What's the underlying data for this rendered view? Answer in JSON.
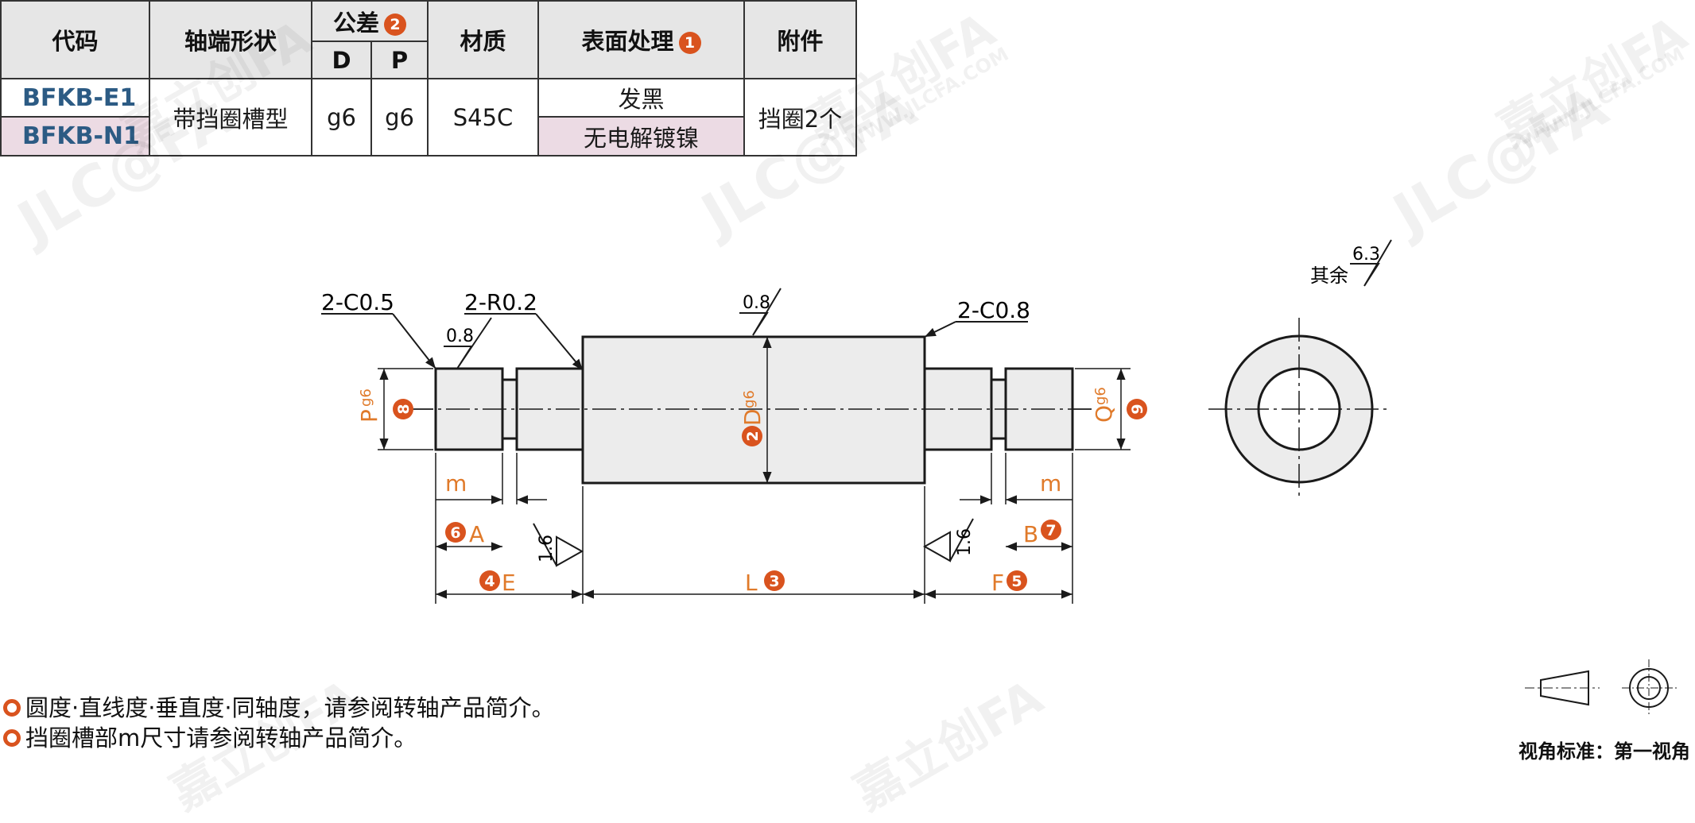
{
  "table": {
    "headers": {
      "code": "代码",
      "shaft_end": "轴端形状",
      "tolerance": "公差",
      "tolerance_badge": "2",
      "tol_d": "D",
      "tol_p": "P",
      "material": "材质",
      "surface": "表面处理",
      "surface_badge": "1",
      "accessory": "附件"
    },
    "rows": [
      {
        "code": "BFKB-E1",
        "surface": "发黑"
      },
      {
        "code": "BFKB-N1",
        "surface": "无电解镀镍"
      }
    ],
    "shared": {
      "shaft_end": "带挡圈槽型",
      "tol_d": "g6",
      "tol_p": "g6",
      "material": "S45C",
      "accessory": "挡圈2个"
    }
  },
  "drawing": {
    "callouts": {
      "chamfer_left": "2-C0.5",
      "radius": "2-R0.2",
      "chamfer_right": "2-C0.8",
      "rough_left": "0.8",
      "rough_center": "0.8",
      "rough_low_left": "1.6",
      "rough_low_right": "1.6",
      "rough_general": "6.3",
      "general_label": "其余"
    },
    "dims": {
      "m_left": "m",
      "m_right": "m",
      "a_label": "A",
      "a_badge": "6",
      "b_label": "B",
      "b_badge": "7",
      "e_label": "E",
      "e_badge": "4",
      "l_label": "L",
      "l_badge": "3",
      "f_label": "F",
      "f_badge": "5",
      "p_label": "P",
      "p_sub": "g6",
      "p_badge": "8",
      "d_label": "D",
      "d_sub": "g6",
      "d_badge": "2",
      "q_label": "Q",
      "q_sub": "g6",
      "q_badge": "9"
    },
    "colors": {
      "dimension": "#e07a2a",
      "badge": "#d9531e",
      "line": "#1a1a1a"
    }
  },
  "notes": [
    "圆度·直线度·垂直度·同轴度，请参阅转轴产品简介。",
    "挡圈槽部m尺寸请参阅转轴产品简介。"
  ],
  "view_standard": "视角标准：第一视角",
  "watermarks": {
    "brand": "JLC@FA",
    "brand_cn": "嘉立创FA",
    "url": "WWW.JLCFA.COM"
  }
}
